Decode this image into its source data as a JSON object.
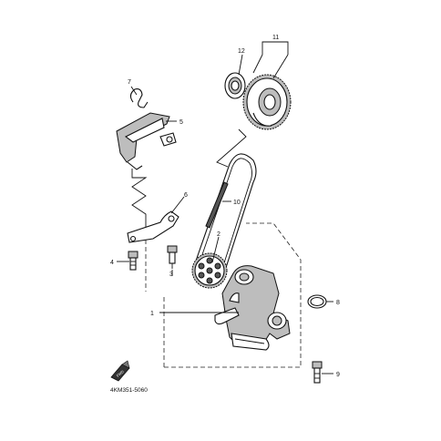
{
  "parts": [
    {
      "number": "1"
    },
    {
      "number": "2"
    },
    {
      "number": "3"
    },
    {
      "number": "4"
    },
    {
      "number": "5"
    },
    {
      "number": "6"
    },
    {
      "number": "7"
    },
    {
      "number": "8"
    },
    {
      "number": "9"
    },
    {
      "number": "10"
    },
    {
      "number": "11"
    },
    {
      "number": "12"
    }
  ],
  "diagram_code": "4KM351-5060",
  "direction_badge": "FWD"
}
